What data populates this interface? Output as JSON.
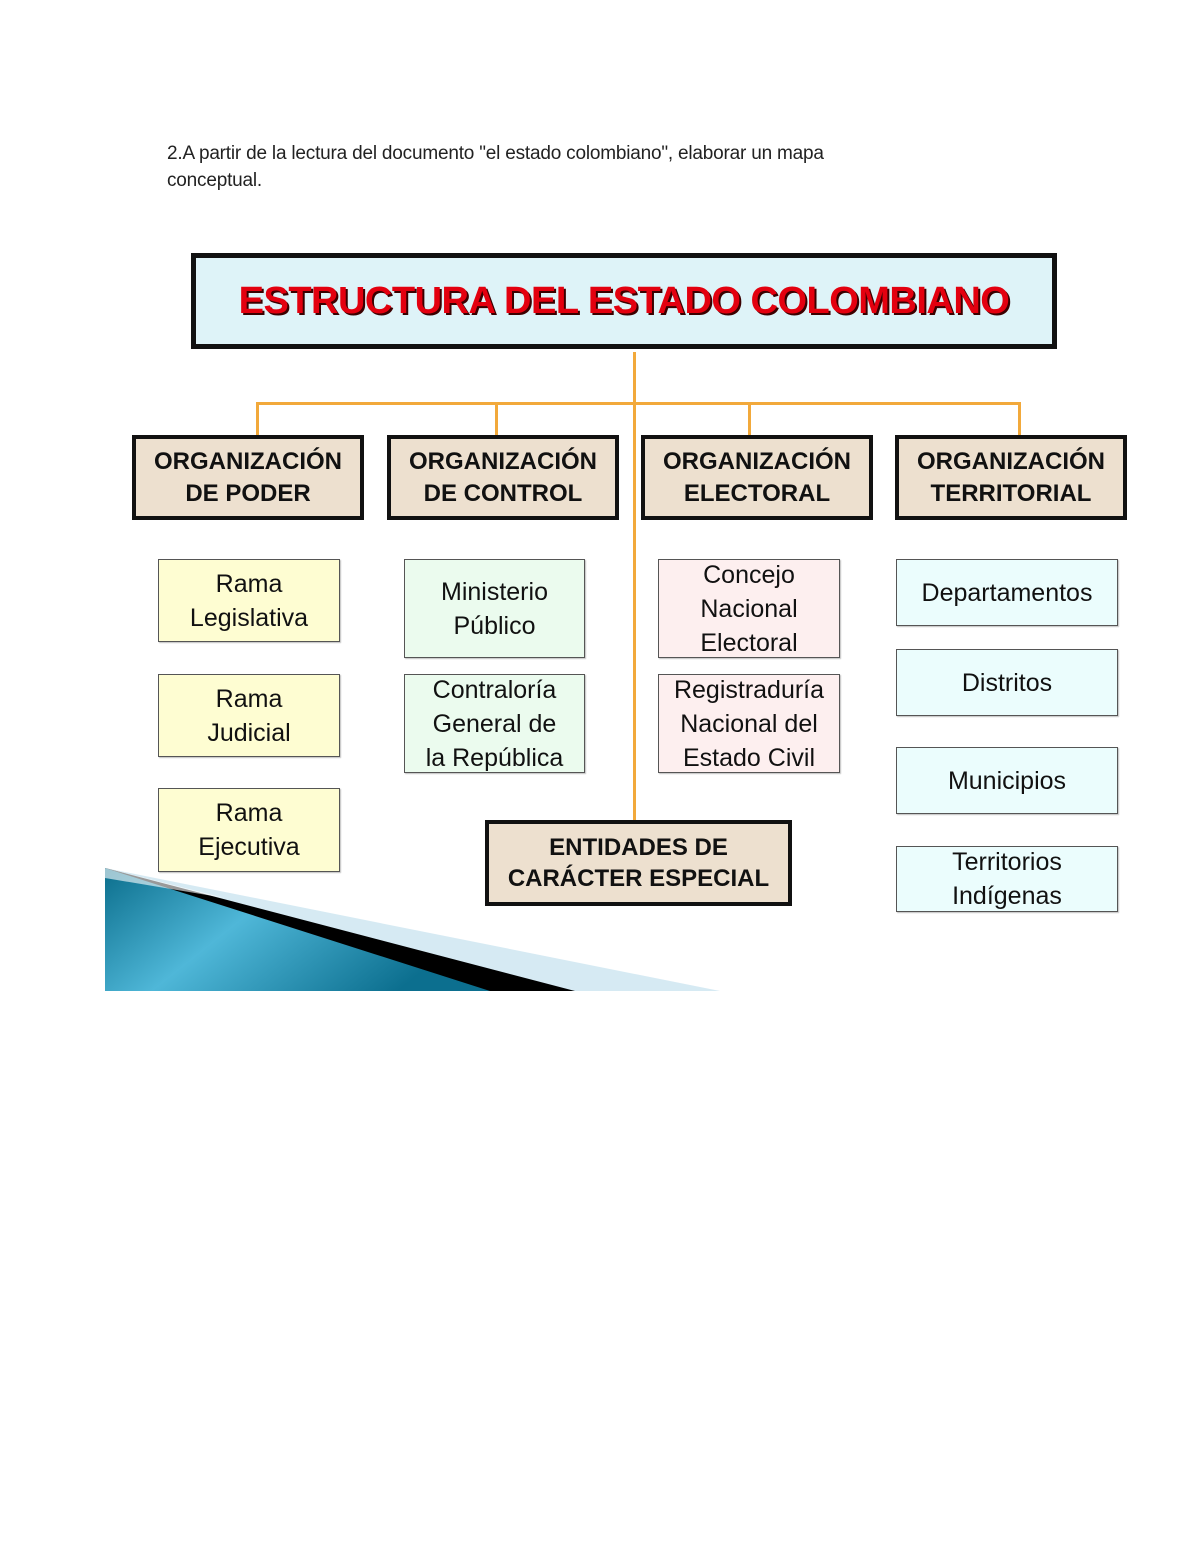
{
  "document": {
    "instruction_line1": "2.A partir de la lectura del documento \"el estado colombiano\", elaborar un mapa",
    "instruction_line2": "conceptual."
  },
  "diagram": {
    "title": "ESTRUCTURA DEL ESTADO COLOMBIANO",
    "colors": {
      "title_text": "#e3000f",
      "title_bg": "#def3f8",
      "category_bg": "#ede0cf",
      "connector": "#f2a93b",
      "poder_bg": "#fefdd2",
      "control_bg": "#ebfbee",
      "electoral_bg": "#fdefef",
      "territorial_bg": "#ebfdfd"
    },
    "categories": [
      {
        "line1": "ORGANIZACIÓN",
        "line2": "DE PODER",
        "items": [
          {
            "line1": "Rama",
            "line2": "Legislativa"
          },
          {
            "line1": "Rama",
            "line2": "Judicial"
          },
          {
            "line1": "Rama",
            "line2": "Ejecutiva"
          }
        ]
      },
      {
        "line1": "ORGANIZACIÓN",
        "line2": "DE CONTROL",
        "items": [
          {
            "line1": "Ministerio",
            "line2": "Público"
          },
          {
            "line1": "Contraloría",
            "line2": "General de",
            "line3": "la República"
          }
        ]
      },
      {
        "line1": "ORGANIZACIÓN",
        "line2": "ELECTORAL",
        "items": [
          {
            "line1": "Concejo",
            "line2": "Nacional",
            "line3": "Electoral"
          },
          {
            "line1": "Registraduría",
            "line2": "Nacional del",
            "line3": "Estado Civil"
          }
        ]
      },
      {
        "line1": "ORGANIZACIÓN",
        "line2": "TERRITORIAL",
        "items": [
          {
            "line1": "Departamentos"
          },
          {
            "line1": "Distritos"
          },
          {
            "line1": "Municipios"
          },
          {
            "line1": "Territorios",
            "line2": "Indígenas"
          }
        ]
      }
    ],
    "special": {
      "line1": "ENTIDADES DE",
      "line2": "CARÁCTER ESPECIAL"
    }
  }
}
